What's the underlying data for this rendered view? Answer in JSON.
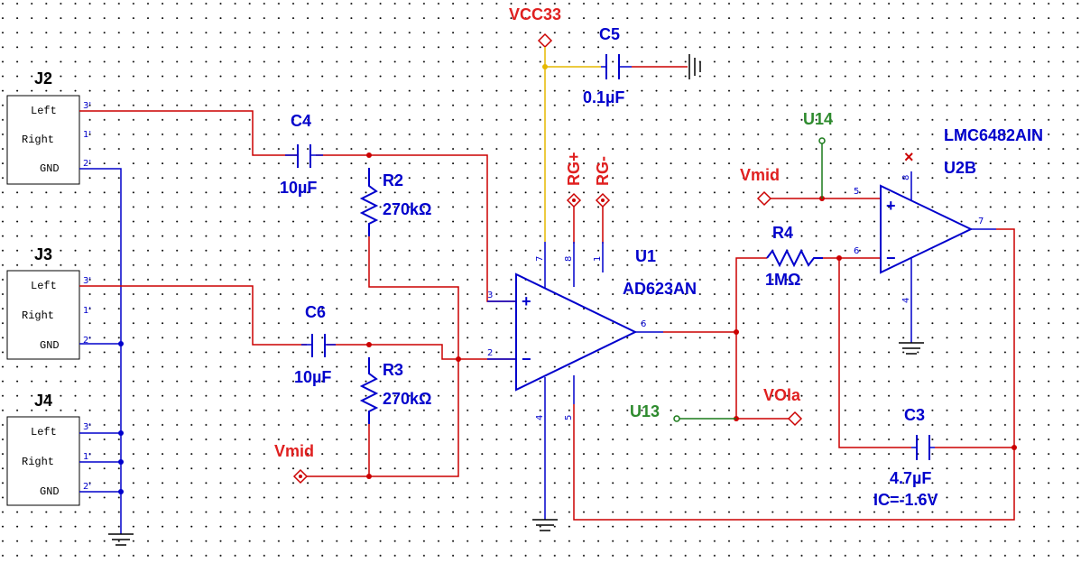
{
  "colors": {
    "wire": "#cc0000",
    "component": "#0000cc",
    "power_wire": "#e6b800",
    "netlabel_red": "#e02020",
    "netlabel_green": "#2e8b2e",
    "grid_dot": "#000000",
    "background": "#ffffff"
  },
  "connectors": {
    "j2": {
      "ref": "J2",
      "pins": [
        "Left",
        "Right",
        "GND"
      ],
      "pin_numbers": [
        "3'",
        "1'",
        "2'"
      ]
    },
    "j3": {
      "ref": "J3",
      "pins": [
        "Left",
        "Right",
        "GND"
      ],
      "pin_numbers": [
        "3'",
        "1'",
        "2'"
      ]
    },
    "j4": {
      "ref": "J4",
      "pins": [
        "Left",
        "Right",
        "GND"
      ],
      "pin_numbers": [
        "3'",
        "1'",
        "2'"
      ]
    }
  },
  "capacitors": {
    "c4": {
      "ref": "C4",
      "value": "10µF"
    },
    "c6": {
      "ref": "C6",
      "value": "10µF"
    },
    "c5": {
      "ref": "C5",
      "value": "0.1µF"
    },
    "c3": {
      "ref": "C3",
      "value": "4.7µF",
      "ic": "IC=-1.6V"
    }
  },
  "resistors": {
    "r2": {
      "ref": "R2",
      "value": "270kΩ"
    },
    "r3": {
      "ref": "R3",
      "value": "270kΩ"
    },
    "r4": {
      "ref": "R4",
      "value": "1MΩ"
    }
  },
  "u1": {
    "ref": "U1",
    "part": "AD623AN",
    "pins": {
      "p1": "1",
      "p2": "2",
      "p3": "3",
      "p4": "4",
      "p5": "5",
      "p6": "6",
      "p7": "7",
      "p8": "8"
    },
    "plus": "+",
    "minus": "−"
  },
  "u2b": {
    "ref": "U2B",
    "part": "LMC6482AIN",
    "pins": {
      "p4": "4",
      "p5": "5",
      "p6": "6",
      "p7": "7",
      "p8": "8"
    },
    "plus": "+",
    "minus": "−",
    "noconnect": "×"
  },
  "net_labels": {
    "vcc33": "VCC33",
    "rg_plus": "RG+",
    "rg_minus": "RG-",
    "vmid_left": "Vmid",
    "vmid_right": "Vmid",
    "vola": "VOla",
    "u13": "U13",
    "u14": "U14"
  }
}
